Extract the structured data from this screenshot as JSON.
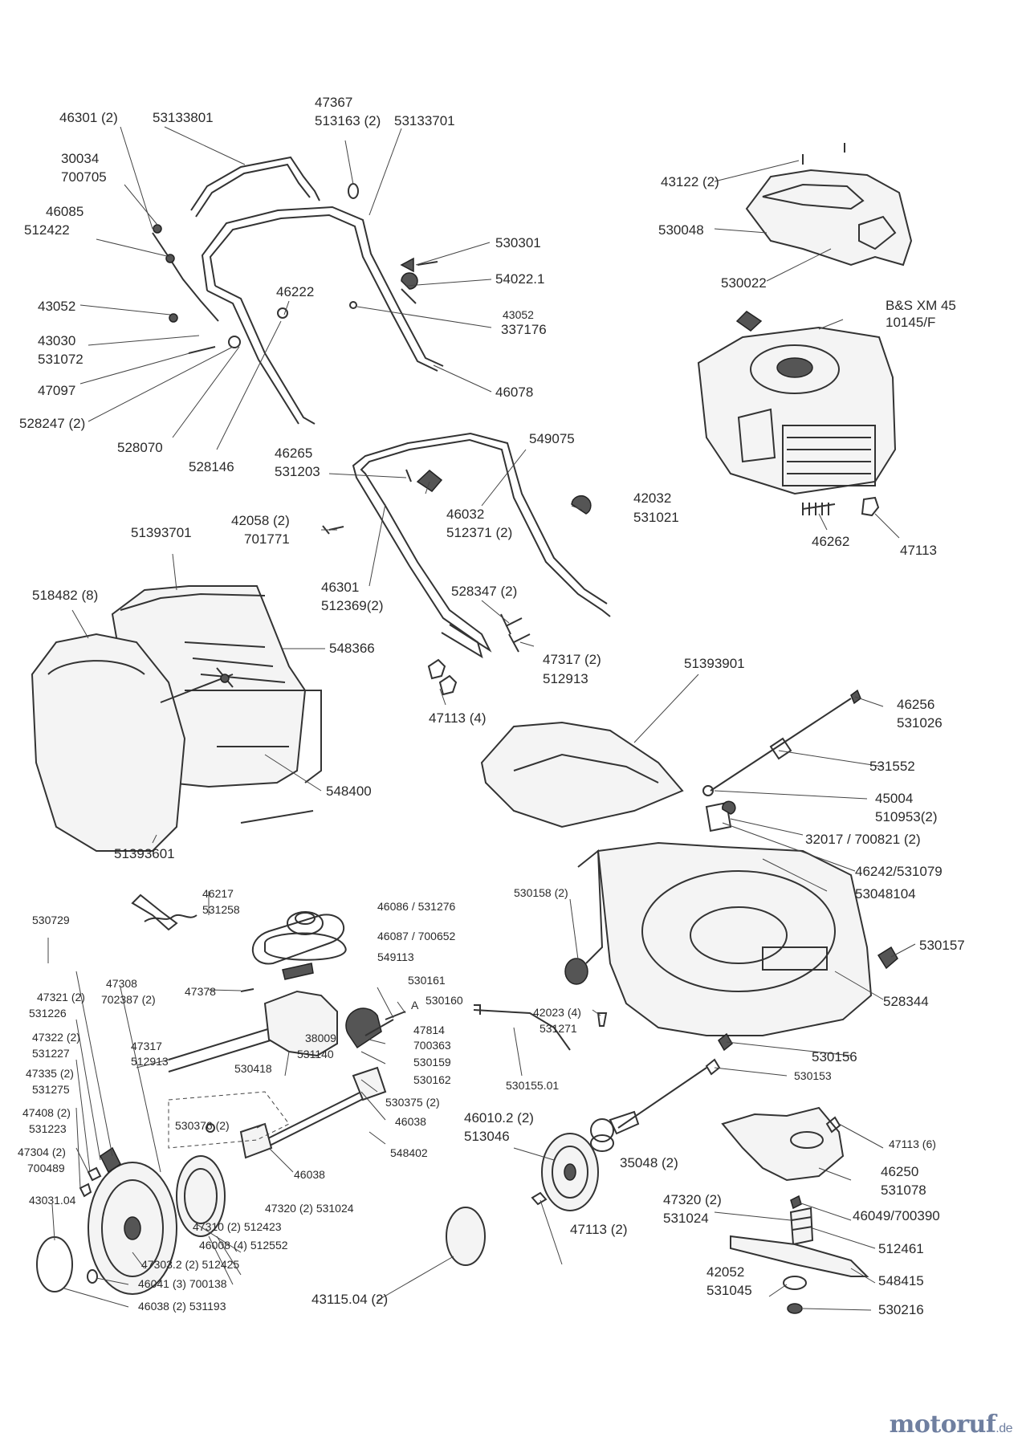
{
  "labels": [
    "46301 (2)",
    "53133801",
    "47367",
    "513163 (2)",
    "53133701",
    "30034",
    "700705",
    "46085",
    "512422",
    "43052",
    "43030",
    "531072",
    "47097",
    "528247 (2)",
    "528070",
    "528146",
    "46222",
    "530301",
    "54022.1",
    "43052",
    "337176",
    "46078",
    "43122 (2)",
    "530048",
    "530022",
    "B&S XM 45",
    "10145/F",
    "46262",
    "47113",
    "46265",
    "531203",
    "549075",
    "42058 (2)",
    "701771",
    "46032",
    "512371 (2)",
    "42032",
    "531021",
    "51393701",
    "518482 (8)",
    "548366",
    "46301",
    "512369(2)",
    "528347 (2)",
    "47317 (2)",
    "512913",
    "47113 (4)",
    "548400",
    "51393601",
    "51393901",
    "46256",
    "531026",
    "531552",
    "45004",
    "510953(2)",
    "32017 / 700821 (2)",
    "46242/531079",
    "53048104",
    "530729",
    "46217",
    "531258",
    "46086 / 531276",
    "46087 / 700652",
    "549113",
    "530158 (2)",
    "530157",
    "47321 (2)",
    "531226",
    "47308",
    "702387 (2)",
    "47378",
    "530161",
    "A",
    "530160",
    "528344",
    "47322 (2)",
    "531227",
    "47317",
    "512913",
    "38009",
    "531140",
    "47814",
    "700363",
    "42023 (4)",
    "531271",
    "530156",
    "530418",
    "530159",
    "530162",
    "530153",
    "47335 (2)",
    "531275",
    "530155.01",
    "530375 (2)",
    "47408 (2)",
    "531223",
    "46038",
    "530376 (2)",
    "46010.2 (2)",
    "513046",
    "47113 (6)",
    "548402",
    "47304 (2)",
    "700489",
    "46038",
    "35048 (2)",
    "46250",
    "531078",
    "43031.04",
    "47320 (2) 531024",
    "47320 (2)",
    "531024",
    "46049/700390",
    "47113 (2)",
    "47310 (2) 512423",
    "46008 (4) 512552",
    "512461",
    "47303.2 (2) 512425",
    "42052",
    "531045",
    "548415",
    "46041 (3) 700138",
    "46038 (2) 531193",
    "43115.04 (2)",
    "530216"
  ],
  "watermark": {
    "text": "motoruf",
    "suffix": ".de"
  }
}
